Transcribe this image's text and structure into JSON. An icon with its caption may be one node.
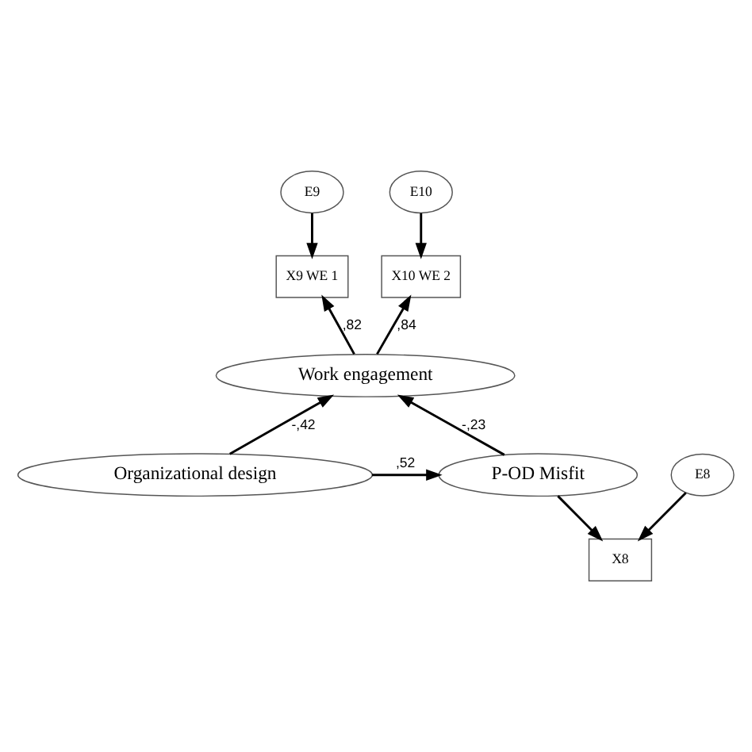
{
  "diagram": {
    "nodes": [
      {
        "text": [
          "E9"
        ]
      },
      {
        "text": [
          "E10"
        ]
      },
      {
        "text": [
          "X9 WE 1"
        ]
      },
      {
        "text": [
          "X10 WE 2"
        ]
      },
      {
        "text": [
          "Work engagement"
        ]
      },
      {
        "text": [
          "Organizational design"
        ]
      },
      {
        "text": [
          "P-OD Misfit"
        ]
      },
      {
        "text": [
          "X8"
        ]
      },
      {
        "text": [
          "E8"
        ]
      }
    ],
    "edges": [
      {
        "from": 0,
        "to": 2,
        "arrow": "to"
      },
      {
        "from": 1,
        "to": 3,
        "arrow": "to"
      },
      {
        "from": 4,
        "to": 2,
        "arrow": "to",
        "label": ",82"
      },
      {
        "from": 4,
        "to": 3,
        "arrow": "to",
        "label": ",84"
      },
      {
        "from": 5,
        "to": 4,
        "arrow": "to",
        "label": "-,42"
      },
      {
        "from": 5,
        "to": 6,
        "arrow": "to",
        "label": ",52"
      },
      {
        "from": 6,
        "to": 4,
        "arrow": "to",
        "label": "-,23"
      },
      {
        "from": 6,
        "to": 7,
        "arrow": "to"
      },
      {
        "from": 8,
        "to": 7,
        "arrow": "to"
      }
    ]
  }
}
